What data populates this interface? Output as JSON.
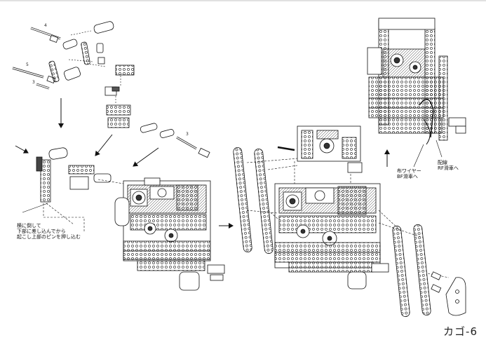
{
  "parts_counts": {
    "pin_4": "4",
    "pin_5": "5",
    "pin_3_left": "3",
    "pin_3_right": "3"
  },
  "notes": {
    "side_insert_line1": "横に倒して",
    "side_insert_line2": "下部に差し込んでから",
    "side_insert_line3": "起こし上部のピンを押し込む",
    "cloth_wire_line1": "布ワイヤー",
    "cloth_wire_line2": "BF滑車へ",
    "wiring_line1": "配線",
    "wiring_line2": "RF滑車へ"
  },
  "page_label": "カゴ-6",
  "colors": {
    "ink": "#111111",
    "paper": "#ffffff"
  }
}
